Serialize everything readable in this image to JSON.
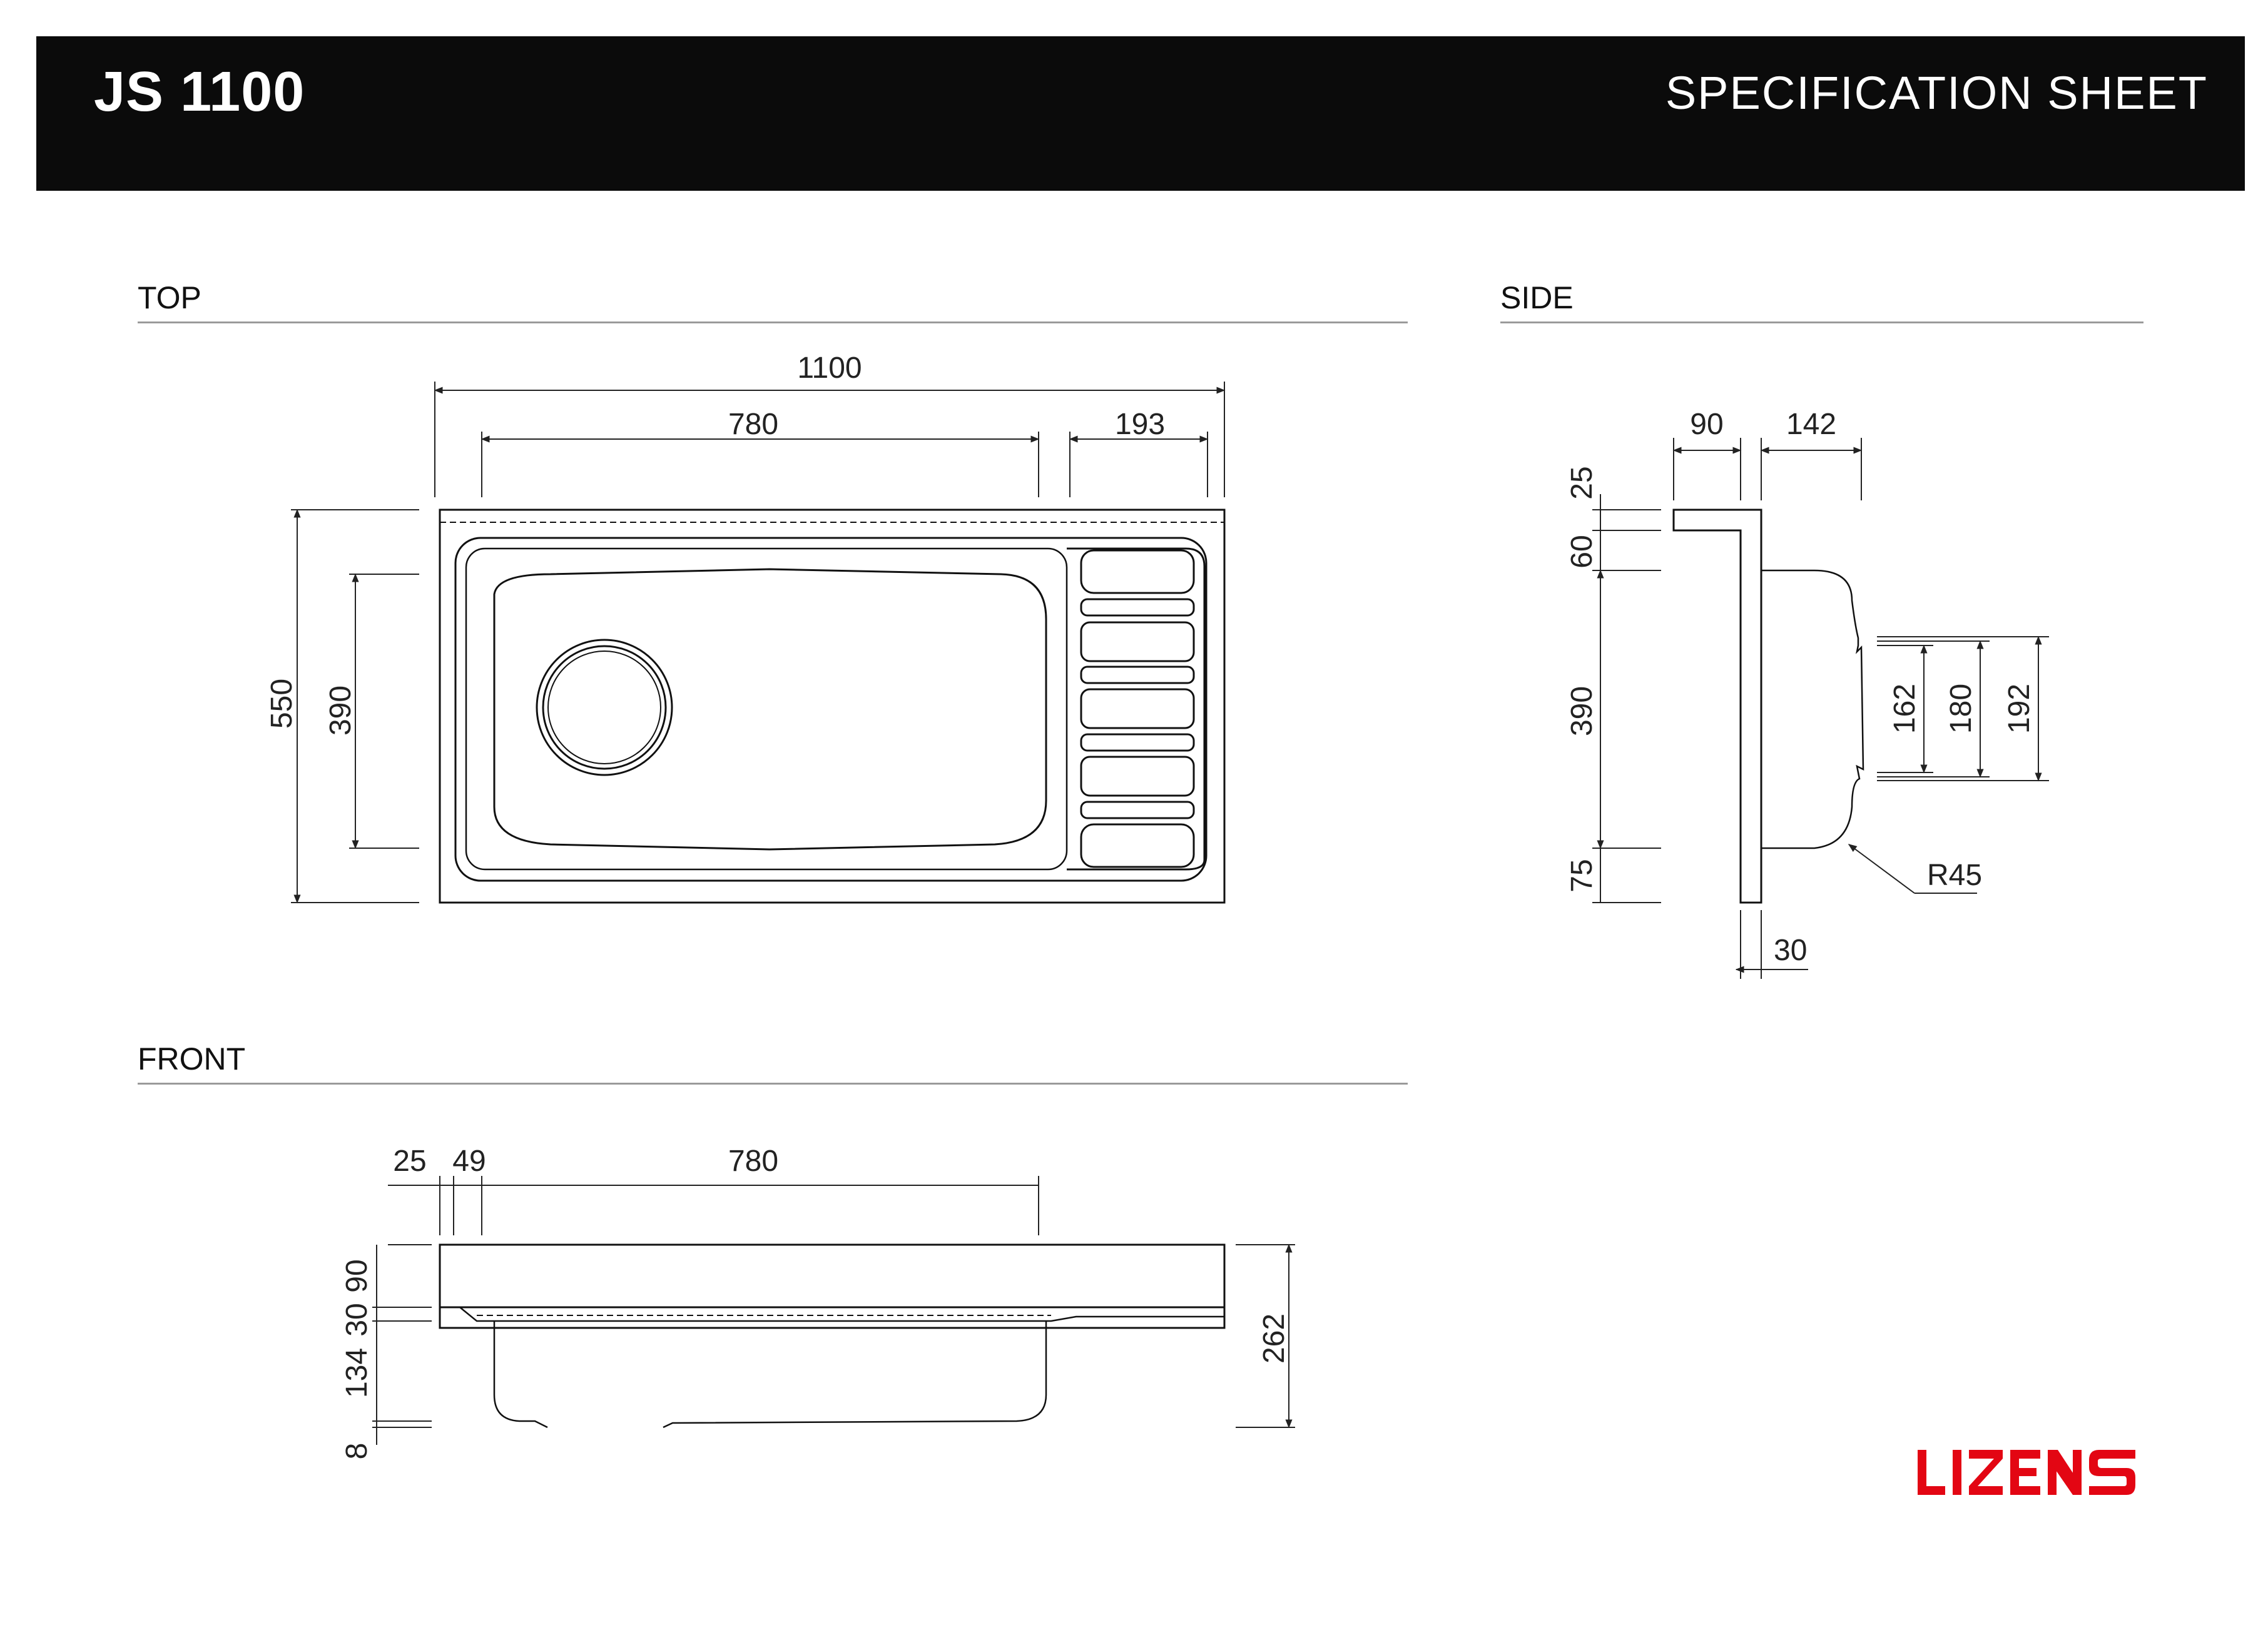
{
  "header": {
    "model": "JS 1100",
    "sheet_title": "SPECIFICATION SHEET"
  },
  "sections": {
    "top": "TOP",
    "side": "SIDE",
    "front": "FRONT"
  },
  "top_view": {
    "dim_total_width": "1100",
    "dim_bowl_width": "780",
    "dim_drainer_width": "193",
    "dim_total_depth": "550",
    "dim_bowl_depth": "390"
  },
  "side_view": {
    "dim_top_90": "90",
    "dim_top_142": "142",
    "dim_25": "25",
    "dim_60": "60",
    "dim_390": "390",
    "dim_75": "75",
    "dim_162": "162",
    "dim_180": "180",
    "dim_192": "192",
    "dim_radius": "R45",
    "dim_30": "30"
  },
  "front_view": {
    "dim_25": "25",
    "dim_49": "49",
    "dim_780": "780",
    "dim_90": "90",
    "dim_30": "30",
    "dim_134": "134",
    "dim_8": "8",
    "dim_262": "262"
  },
  "brand": {
    "logo_text": "LIZENS",
    "logo_color": "#e30613"
  },
  "colors": {
    "header_bg": "#0b0b0b",
    "line": "#111111"
  }
}
